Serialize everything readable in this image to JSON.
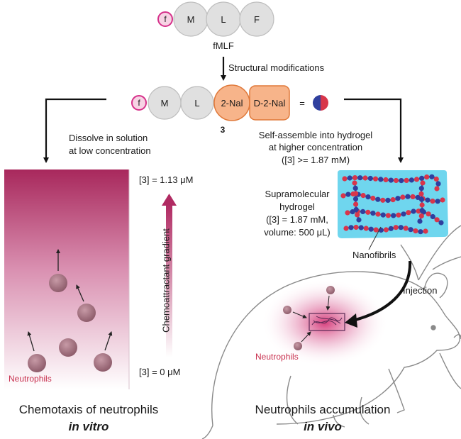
{
  "peptide_top": {
    "units": [
      "f",
      "M",
      "L",
      "F"
    ],
    "name": "fMLF"
  },
  "modification_label": "Structural modifications",
  "peptide_modified": {
    "units": [
      "f",
      "M",
      "L",
      "2-Nal",
      "D-2-Nal"
    ],
    "equals": "=",
    "compound_number": "3"
  },
  "left_branch": {
    "label_line1": "Dissolve in solution",
    "label_line2": "at low concentration",
    "top_conc": "[3] = 1.13 μM",
    "bottom_conc": "[3] = 0 μM",
    "gradient_label": "Chemoattractant gradient",
    "cells_label": "Neutrophils",
    "caption_line1": "Chemotaxis of neutrophils",
    "caption_line2": "in vitro"
  },
  "right_branch": {
    "label_line1": "Self-assemble into hydrogel",
    "label_line2": "at higher concentration",
    "label_line3": "([3] >= 1.87 mM)",
    "hydrogel_line1": "Supramolecular",
    "hydrogel_line2": "hydrogel",
    "hydrogel_line3": "([3] = 1.87 mM,",
    "hydrogel_line4": "volume: 500 μL)",
    "nanofibrils_label": "Nanofibrils",
    "injection_label": "Injection",
    "cells_label": "Neutrophils",
    "caption_line1": "Neutrophils accumulation",
    "caption_line2": "in vivo"
  },
  "colors": {
    "formyl_ring": "#d6308a",
    "bead_grey": "#e0e0e0",
    "nal_orange": "#f7b48a",
    "gradient_top": "#a8285c",
    "hydrogel_cyan": "#6fd6ee",
    "fiber_red": "#d8364a",
    "fiber_blue": "#2f3f9e",
    "cell": "#a07080"
  }
}
